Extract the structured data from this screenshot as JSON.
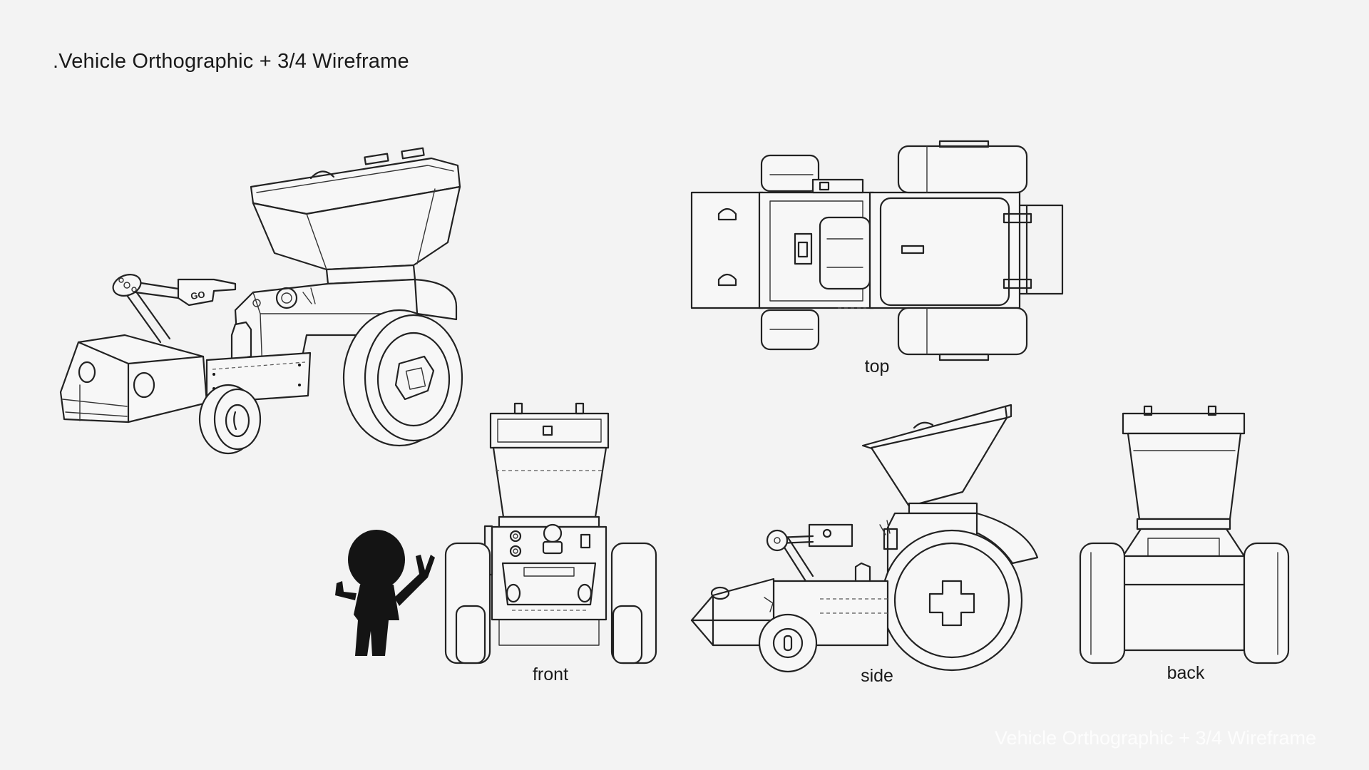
{
  "title": ".Vehicle Orthographic + 3/4 Wireframe",
  "views": {
    "top": "top",
    "front": "front",
    "side": "side",
    "back": "back"
  },
  "steering_hand_text": "GO",
  "watermark": "Vehicle Orthographic + 3/4 Wireframe",
  "colors": {
    "background": "#f3f3f3",
    "line": "#222222",
    "silhouette": "#141414",
    "watermark": "#ffffff"
  }
}
